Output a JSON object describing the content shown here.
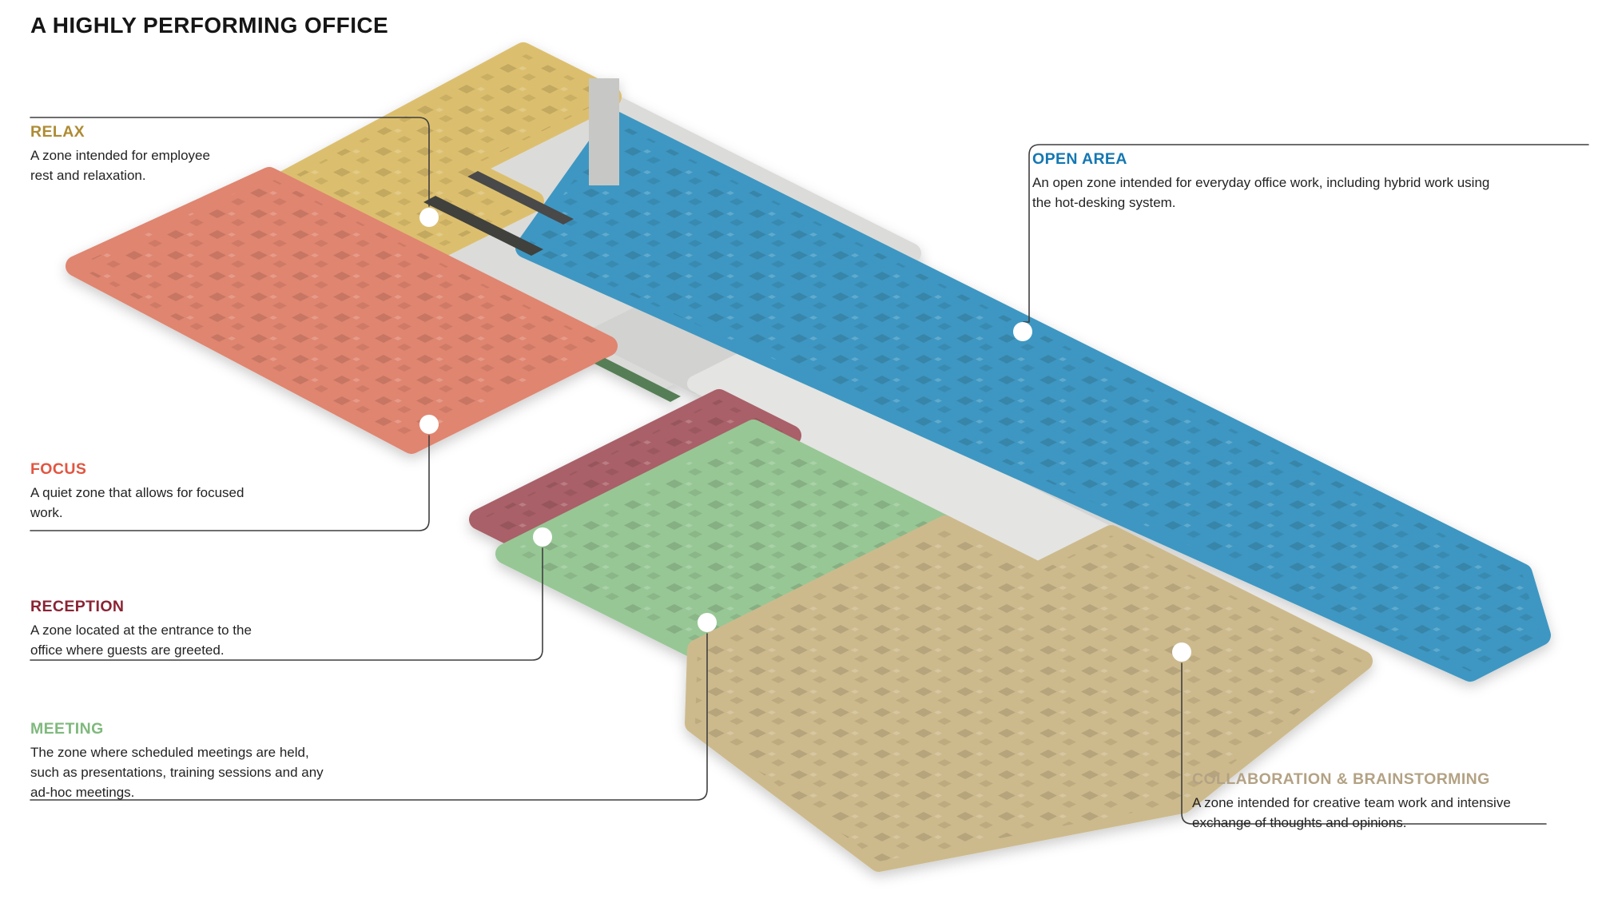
{
  "title": "A HIGHLY PERFORMING OFFICE",
  "zones": [
    {
      "id": "relax",
      "name": "RELAX",
      "description": "A zone intended for employee\nrest and relaxation.",
      "label_color": "#AE8B33",
      "zone_color": "#DCBF6E"
    },
    {
      "id": "focus",
      "name": "FOCUS",
      "description": "A quiet zone that allows for focused\nwork.",
      "label_color": "#E25540",
      "zone_color": "#E08570"
    },
    {
      "id": "reception",
      "name": "RECEPTION",
      "description": "A zone located at the entrance to the\noffice where guests are greeted.",
      "label_color": "#8A2333",
      "zone_color": "#A96068"
    },
    {
      "id": "meeting",
      "name": "MEETING",
      "description": "The zone where scheduled meetings are held,\nsuch as presentations, training sessions and any\nad-hoc meetings.",
      "label_color": "#7FB97D",
      "zone_color": "#97C795"
    },
    {
      "id": "open_area",
      "name": "OPEN AREA",
      "description": "An open zone intended for everyday office work, including hybrid work using\nthe hot-desking system.",
      "label_color": "#1377B2",
      "zone_color": "#3D97C2"
    },
    {
      "id": "collaboration",
      "name": "COLLABORATION & BRAINSTORMING",
      "description": "A zone intended for creative team work and intensive\nexchange of thoughts and opinions.",
      "label_color": "#B3A284",
      "zone_color": "#CDBA8C"
    }
  ],
  "connector_color": "#3F3F3F",
  "dot_color": "#FFFFFF"
}
